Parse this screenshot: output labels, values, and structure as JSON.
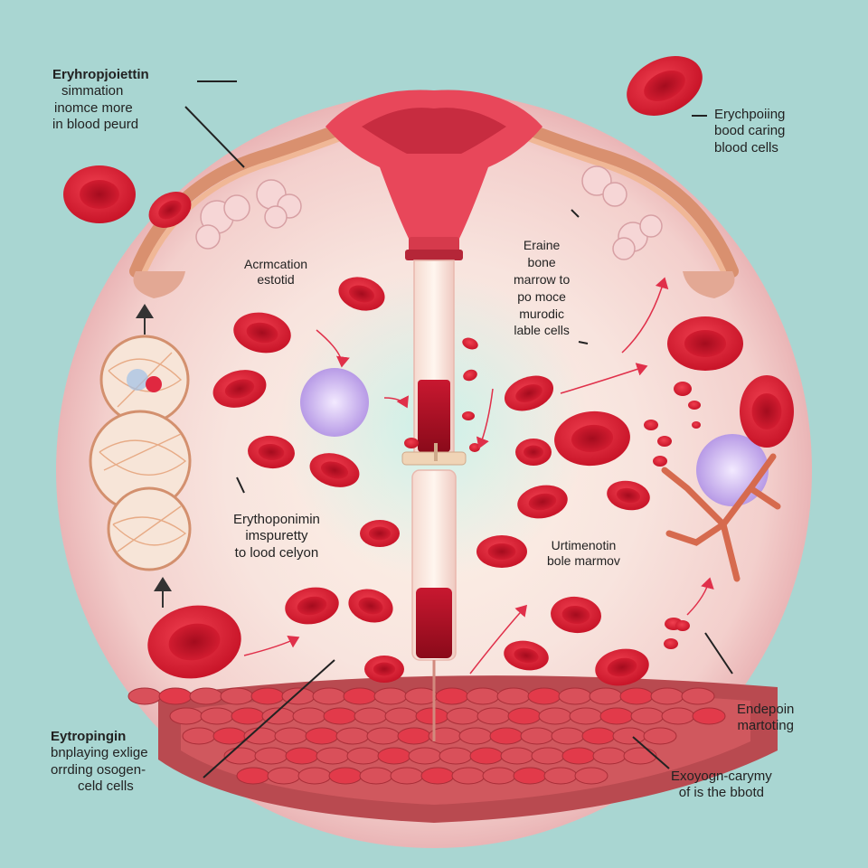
{
  "colors": {
    "background": "#a9d6d2",
    "circle": "#f6d9d6",
    "cell": "#e0253a",
    "cell_dark": "#a8101f",
    "vessel": "#e8475a",
    "tissue": "#c94a52",
    "receptor": "#d6c8f2",
    "arrow": "#e0304a"
  },
  "labels": {
    "top_left": {
      "title": "Eryhropjoiettin",
      "line2": "simmation",
      "line3": "inomce more",
      "line4": "in blood peurd"
    },
    "top_right": {
      "line1": "Erychpoiing",
      "line2": "bood caring",
      "line3": "blood cells"
    },
    "activation": {
      "line1": "Acrmcation",
      "line2": "estotid"
    },
    "marrow": {
      "line1": "Eraine",
      "line2": "bone",
      "line3": "marrow to",
      "line4": "po moce",
      "line5": "murodic",
      "line6": "lable cells"
    },
    "mid_left": {
      "line1": "Erythoponimin",
      "line2": "imspuretty",
      "line3": "to lood celyon"
    },
    "mid_right": {
      "line1": "Urtimenotin",
      "line2": "bole marmov"
    },
    "bottom_right_small": {
      "line1": "Endepoin",
      "line2": "martoting"
    },
    "bottom_left": {
      "title": "Eytropingin",
      "line2": "bnplaying exlige",
      "line3": "orrding osogen-",
      "line4": "celd cells"
    },
    "bottom_right": {
      "line1": "Exoyogn-carymy",
      "line2": "of is the bbotd"
    }
  }
}
